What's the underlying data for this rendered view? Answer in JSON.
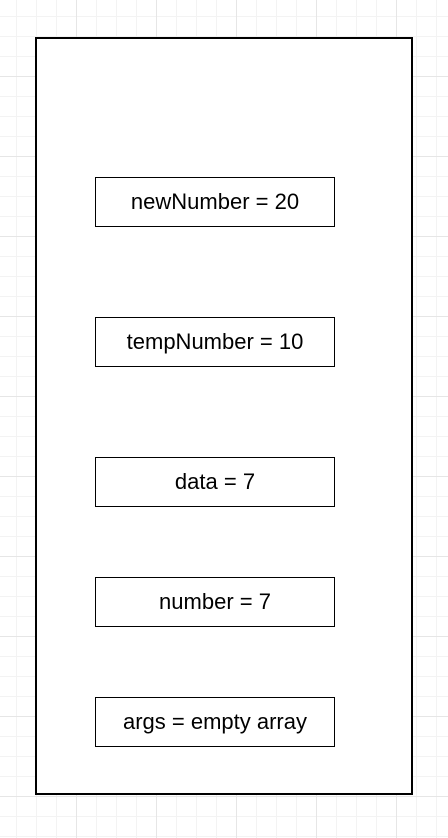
{
  "diagram": {
    "variables": [
      {
        "text": "newNumber = 20"
      },
      {
        "text": "tempNumber = 10"
      },
      {
        "text": "data = 7"
      },
      {
        "text": "number = 7"
      },
      {
        "text": "args = empty array"
      }
    ]
  }
}
